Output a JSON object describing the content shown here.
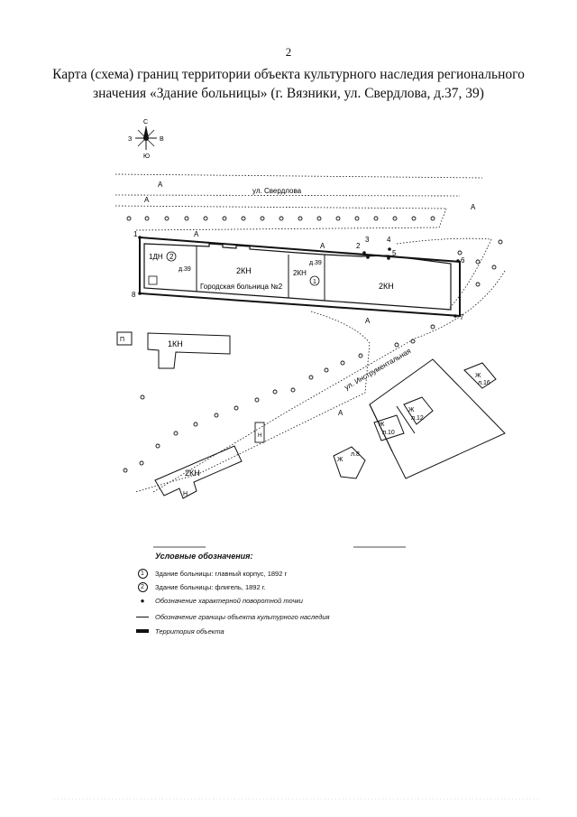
{
  "header": {
    "page_number": "2",
    "title_line1": "Карта (схема) границ территории объекта культурного наследия регионального",
    "title_line2": "значения «Здание больницы» (г. Вязники, ул. Свердлова, д.37, 39)"
  },
  "compass": {
    "n": "С",
    "s": "Ю",
    "w": "З",
    "e": "В"
  },
  "map": {
    "street_sverdlova": "ул. Свердлова",
    "street_instrumentalnaya": "ул. Инструментальная",
    "label_a": "А",
    "building_1dn": "1ДН",
    "building_2kn": "2КН",
    "building_2kn_small": "2КН",
    "building_2kn_right": "2КН",
    "building_1kn": "1КН",
    "building_2kn_lower": "2КН",
    "hospital_name": "Городская больница №2",
    "house_d39_left": "д.39",
    "house_d39_right": "д.39",
    "marker_1": "1",
    "marker_2": "2",
    "small_n": "Н",
    "small_n2": "Н",
    "small_ii": "П",
    "zh": "Ж",
    "d8": "л.8",
    "d10": "л.10",
    "d12": "л.12",
    "d16": "л.16",
    "points": [
      "1",
      "2",
      "3",
      "4",
      "5",
      "6",
      "7",
      "8"
    ]
  },
  "legend": {
    "heading": "Условные обозначения:",
    "item1_symbol": "1",
    "item1": "Здание больницы: главный корпус, 1892 г",
    "item2_symbol": "2",
    "item2": "Здание больницы: флигель, 1892 г.",
    "item3": "Обозначение характерной поворотной точки",
    "item4": "Обозначение границы объекта культурного наследия",
    "item5": "Территория объекта"
  }
}
